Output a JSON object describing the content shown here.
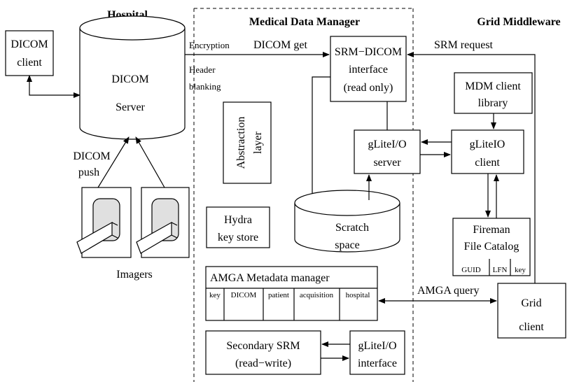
{
  "headers": {
    "hospital": "Hospital",
    "mdm": "Medical Data Manager",
    "grid": "Grid Middleware"
  },
  "nodes": {
    "dicom_client": [
      "DICOM",
      "client"
    ],
    "dicom_server": [
      "DICOM",
      "Server"
    ],
    "imagers": "Imagers",
    "srm_dicom": [
      "SRM−DICOM",
      "interface",
      "(read only)"
    ],
    "mdm_client": [
      "MDM client",
      "library"
    ],
    "abstraction": [
      "Abstraction",
      "layer"
    ],
    "glite_server": [
      "gLiteI/O",
      "server"
    ],
    "glite_client": [
      "gLiteIO",
      "client"
    ],
    "scratch": [
      "Scratch",
      "space"
    ],
    "hydra": [
      "Hydra",
      "key store"
    ],
    "fireman": [
      "Fireman",
      "File Catalog"
    ],
    "fireman_cols": [
      "GUID",
      "LFN",
      "key"
    ],
    "amga": "AMGA Metadata manager",
    "amga_cols": [
      "key",
      "DICOM",
      "patient",
      "acquisition",
      "hospital"
    ],
    "grid_client": [
      "Grid",
      "client"
    ],
    "secondary_srm": [
      "Secondary SRM",
      "(read−write)"
    ],
    "glite_iface": [
      "gLiteI/O",
      "interface"
    ]
  },
  "edge_labels": {
    "encryption": "Encryption",
    "header_blanking": [
      "Header",
      "blanking"
    ],
    "dicom_get": "DICOM get",
    "srm_request": "SRM request",
    "dicom_push": [
      "DICOM",
      "push"
    ],
    "amga_query": "AMGA query"
  }
}
